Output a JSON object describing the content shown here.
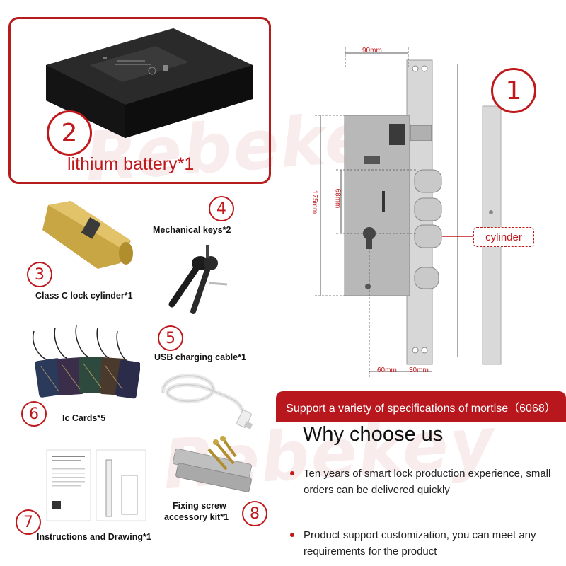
{
  "brand_watermark": "Rebekey",
  "battery": {
    "number": "2",
    "label": "lithium battery*1"
  },
  "diagram": {
    "number": "1",
    "dim_top": "90mm",
    "dim_height": "175mm",
    "dim_inner": "68mm",
    "dim_bottom_left": "60mm",
    "dim_bottom_right": "30mm",
    "callout": "cylinder"
  },
  "items": {
    "keys": {
      "number": "4",
      "label": "Mechanical keys*2"
    },
    "cylinder": {
      "number": "3",
      "label": "Class C lock cylinder*1"
    },
    "usb": {
      "number": "5",
      "label": "USB charging cable*1"
    },
    "cards": {
      "number": "6",
      "label": "Ic Cards*5"
    },
    "screws": {
      "number": "8",
      "label_line1": "Fixing screw",
      "label_line2": "accessory kit*1"
    },
    "manual": {
      "number": "7",
      "label": "Instructions and Drawing*1"
    }
  },
  "support_banner": "Support a variety of specifications of mortise（6068）",
  "why": {
    "title": "Why choose us",
    "bullets": [
      "Ten years of smart lock production experience, small orders can be delivered quickly",
      "Product support customization, you can meet any requirements for the product"
    ]
  },
  "colors": {
    "accent": "#c0191c",
    "banner": "#b8171d"
  }
}
